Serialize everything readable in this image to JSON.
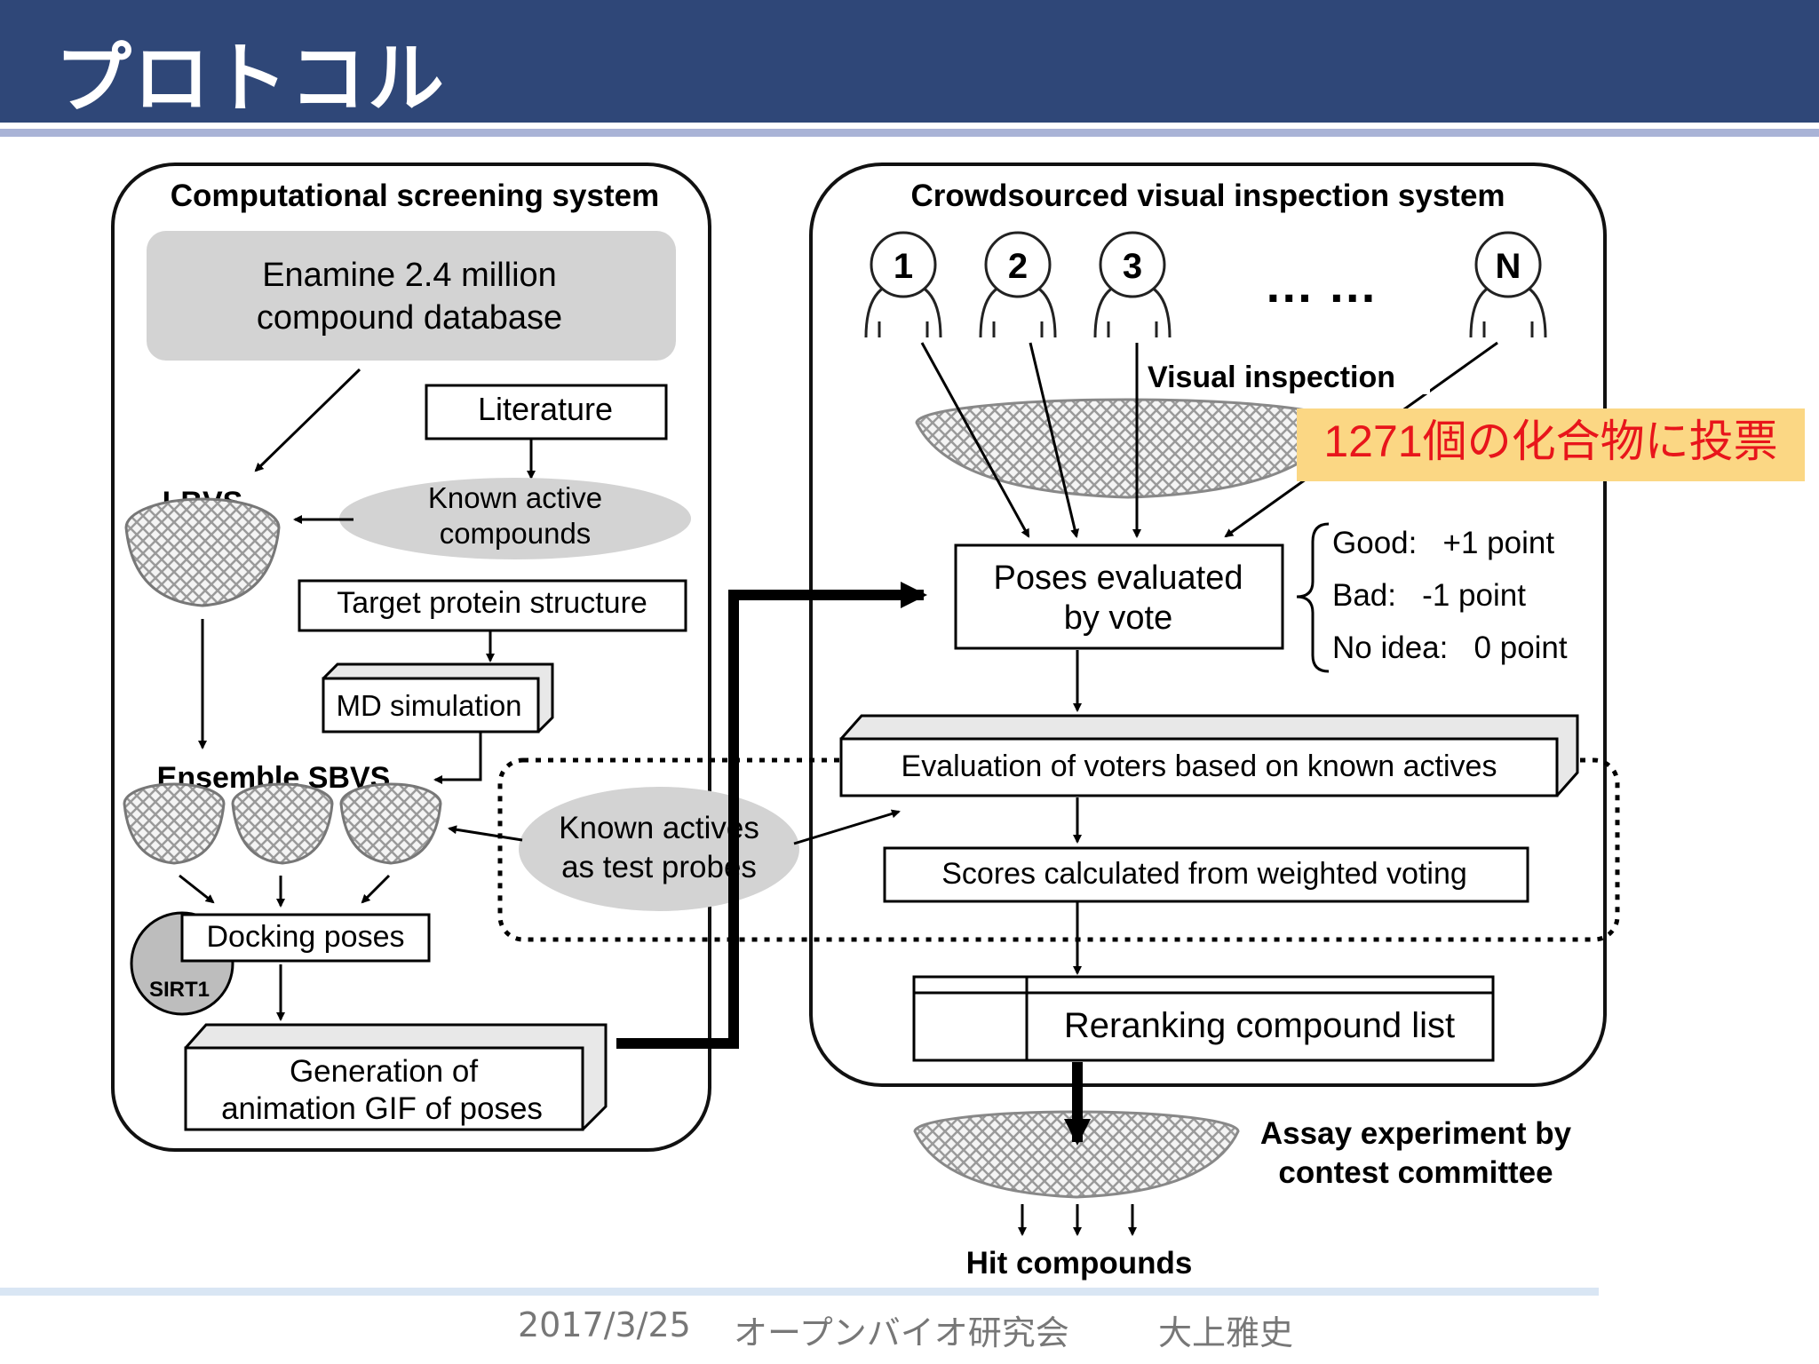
{
  "slide": {
    "title": "プロトコル",
    "footer": {
      "date": "2017/3/25",
      "event": "オープンバイオ研究会",
      "author": "大上雅史"
    }
  },
  "diagram": {
    "left_panel": {
      "title": "Computational screening system",
      "database_line1": "Enamine 2.4 million",
      "database_line2": "compound database",
      "literature": "Literature",
      "known_active_line1": "Known active",
      "known_active_line2": "compounds",
      "lbvs": "LBVS",
      "target_structure": "Target protein structure",
      "md_simulation": "MD simulation",
      "ensemble_sbvs": "Ensemble SBVS",
      "docking_poses": "Docking poses",
      "sirt1": "SIRT1",
      "gif_line1": "Generation of",
      "gif_line2": "animation GIF of poses"
    },
    "center": {
      "probes_line1": "Known actives",
      "probes_line2": "as test probes"
    },
    "right_panel": {
      "title": "Crowdsourced visual inspection system",
      "voters": [
        "1",
        "2",
        "3",
        "N"
      ],
      "ellipsis": "… …",
      "visual_inspection": "Visual inspection",
      "callout": "1271個の化合物に投票",
      "poses_line1": "Poses evaluated",
      "poses_line2": "by vote",
      "good": "Good:   +1 point",
      "bad": "Bad:   -1 point",
      "no_idea": "No idea:   0 point",
      "evaluation": "Evaluation of voters based on known actives",
      "scores": "Scores calculated from weighted voting",
      "reranking": "Reranking compound list",
      "assay_line1": "Assay experiment by",
      "assay_line2": "contest committee",
      "hit": "Hit compounds"
    }
  },
  "colors": {
    "header": "#2f4778",
    "callout_bg": "#fbd784",
    "callout_text": "#e8151b",
    "box_gray": "#d3d3d3"
  }
}
